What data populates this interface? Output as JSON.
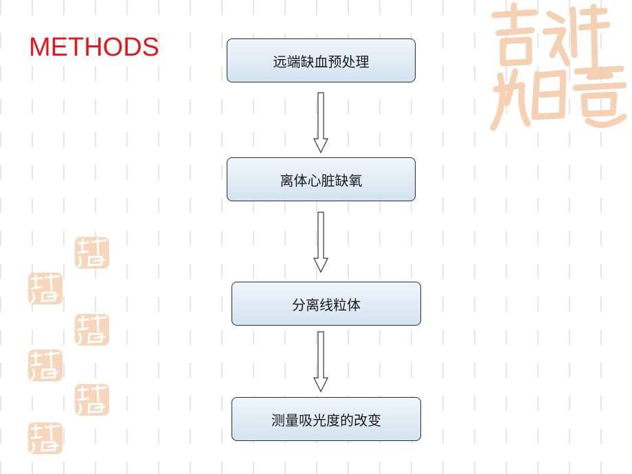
{
  "slide": {
    "title": "METHODS"
  },
  "flow": {
    "steps": [
      {
        "label": "远端缺血预处理"
      },
      {
        "label": "离体心脏缺氧"
      },
      {
        "label": "分离线粒体"
      },
      {
        "label": "测量吸光度的改变"
      }
    ]
  },
  "colors": {
    "title": "#e8141c",
    "box_top": "#f1f6fb",
    "box_bottom": "#d3e3f1",
    "seal": "#f4c9a6"
  },
  "decorations": {
    "seal_icon": "auspicious-seal-icon"
  }
}
